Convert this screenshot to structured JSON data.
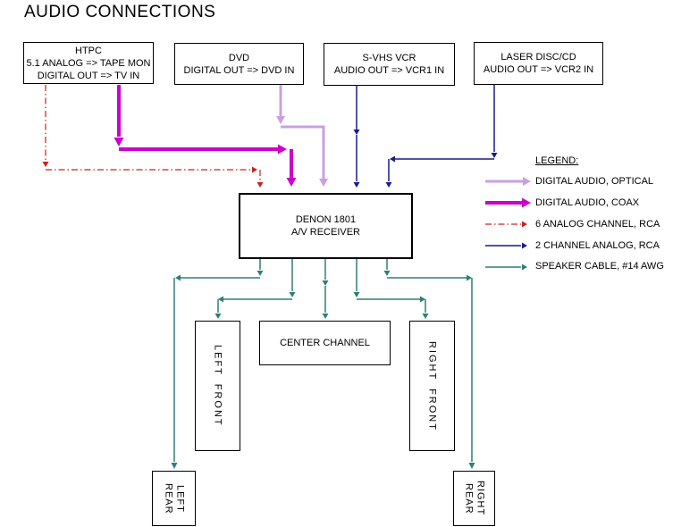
{
  "title": "AUDIO CONNECTIONS",
  "colors": {
    "optical": "#c9a0e2",
    "coax": "#cc00cc",
    "analog6": "#cc2020",
    "analog2": "#1a1a8c",
    "speaker": "#2e7f76"
  },
  "nodes": {
    "htpc": {
      "line1": "HTPC",
      "line2": "5.1 ANALOG => TAPE MON",
      "line3": "DIGITAL OUT => TV IN"
    },
    "dvd": {
      "line1": "DVD",
      "line2": "DIGITAL OUT => DVD IN"
    },
    "svhs_vcr": {
      "line1": "S-VHS VCR",
      "line2": "AUDIO OUT => VCR1 IN"
    },
    "laser_disc": {
      "line1": "LASER DISC/CD",
      "line2": "AUDIO OUT => VCR2 IN"
    },
    "receiver": {
      "line1": "DENON 1801",
      "line2": "A/V RECEIVER"
    },
    "center_channel": {
      "label": "CENTER CHANNEL"
    },
    "left_front": {
      "label": "LEFT FRONT"
    },
    "right_front": {
      "label": "RIGHT FRONT"
    },
    "left_rear": {
      "line1": "LEFT",
      "line2": "REAR"
    },
    "right_rear": {
      "line1": "RIGHT",
      "line2": "REAR"
    }
  },
  "legend": {
    "heading": "LEGEND:",
    "items": [
      {
        "key": "optical",
        "label": "DIGITAL AUDIO, OPTICAL"
      },
      {
        "key": "coax",
        "label": "DIGITAL AUDIO, COAX"
      },
      {
        "key": "analog6",
        "label": "6 ANALOG CHANNEL, RCA"
      },
      {
        "key": "analog2",
        "label": "2 CHANNEL ANALOG, RCA"
      },
      {
        "key": "speaker",
        "label": "SPEAKER CABLE, #14 AWG"
      }
    ]
  }
}
